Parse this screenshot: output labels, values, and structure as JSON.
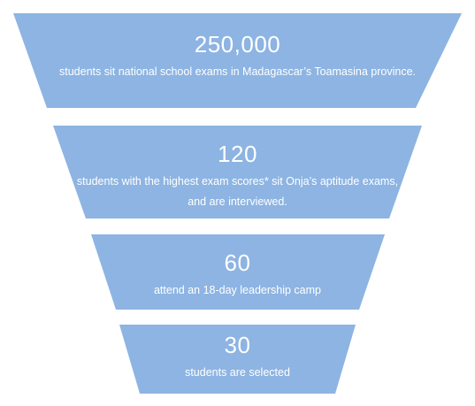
{
  "colors": {
    "stage_fill": "#8db4e2",
    "text": "#ffffff"
  },
  "funnel": {
    "stages": [
      {
        "number": "250,000",
        "description": "students sit national school exams in Madagascar’s Toamasina province."
      },
      {
        "number": "120",
        "description": "students with the highest exam scores* sit Onja’s aptitude exams, and are interviewed."
      },
      {
        "number": "60",
        "description": "attend an 18-day leadership camp"
      },
      {
        "number": "30",
        "description": "students are selected"
      }
    ]
  }
}
